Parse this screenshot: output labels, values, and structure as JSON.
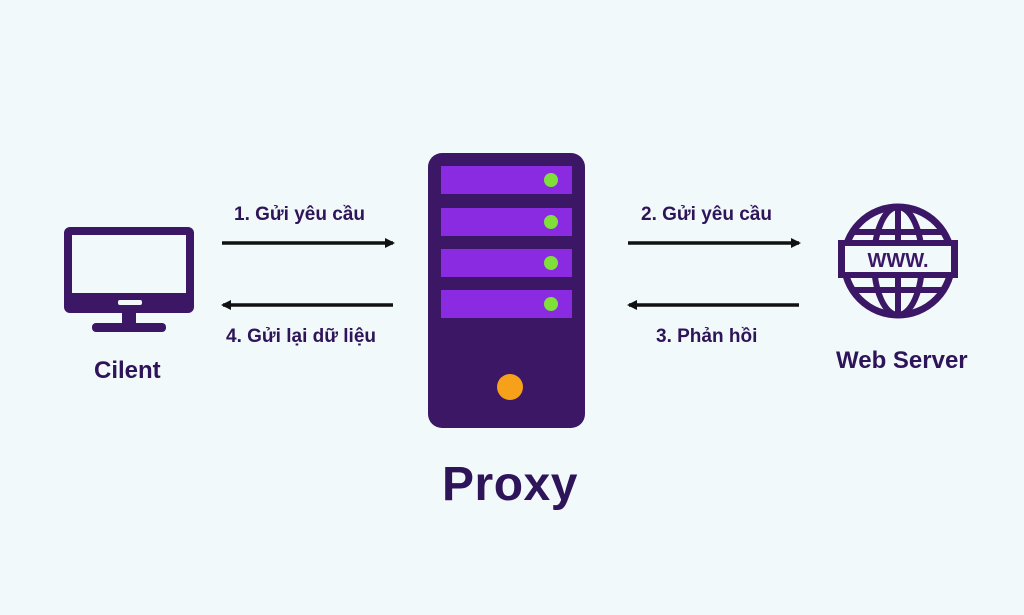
{
  "diagram": {
    "client": {
      "label": "Cilent",
      "icon": "monitor-icon"
    },
    "proxy": {
      "label": "Proxy",
      "icon": "server-icon"
    },
    "web_server": {
      "label": "Web Server",
      "icon": "globe-icon",
      "globe_text": "WWW."
    },
    "steps": [
      {
        "label": "1. Gửi yêu cầu"
      },
      {
        "label": "2. Gửi yêu cầu"
      },
      {
        "label": "3. Phản hồi"
      },
      {
        "label": "4. Gửi lại dữ liệu"
      }
    ],
    "colors": {
      "background": "#f1f9fb",
      "primary": "#3b1766",
      "slot": "#8a2be2",
      "indicator": "#7fe03a",
      "power": "#f7a11a",
      "arrow": "#111111"
    }
  }
}
